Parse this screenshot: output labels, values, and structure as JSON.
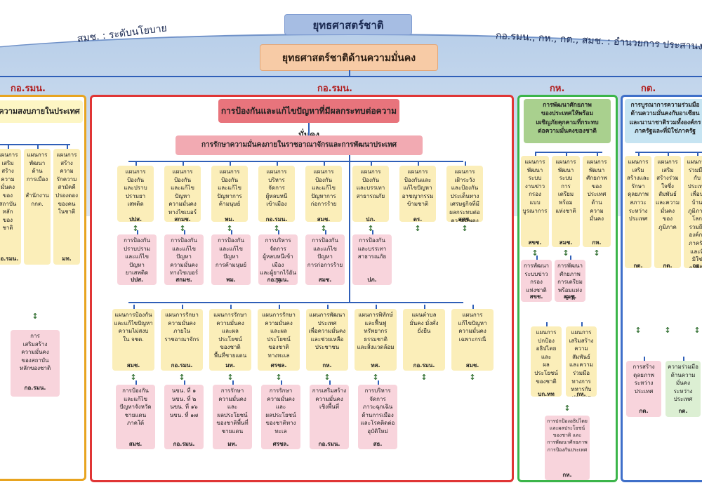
{
  "header": {
    "title": "ยุทธศาสตร์ชาติ",
    "left_arc": "สมช. : ระดับนโยบาย",
    "right_arc": "กอ.รมน., กห., กต., สมช. : อำนวยการ ประสานงาน",
    "security_strategy": "ยุทธศาสตร์ชาติด้านความมั่นคง"
  },
  "owners": {
    "left": "กอ.รมน.",
    "center": "กอ.รมน.",
    "defense": "กห.",
    "foreign": "กต."
  },
  "left_panel": {
    "title": "ความสงบภายในประเทศ",
    "plans": [
      {
        "text": "แผนการ\nเสริม\nสร้าง\nความ\nมั่นคง\nของ\nสถาบัน\nหลัก\nของ\nชาติ",
        "org": "กอ.รมน."
      },
      {
        "text": "แผนการ\nพัฒนา\nด้าน\nการเมือง\n\nสำนักงาน\nกกต.",
        "org": ""
      },
      {
        "text": "แผนการ\nสร้างความ\nรักความ\nสามัคคี\nปรองดอง\nของคน\nในชาติ",
        "org": "มท."
      }
    ],
    "action": {
      "text": "การ\nเสริมสร้าง\nความมั่นคง\nของสถาบัน\nหลักของชาติ",
      "org": "กอ.รมน."
    }
  },
  "center_panel": {
    "title": "การป้องกันและแก้ไขปัญหาที่มีผลกระทบต่อความมั่นคง",
    "subtitle": "การรักษาความมั่นคงภายในราชอาณาจักรและการพัฒนาประเทศ",
    "row1_plans": [
      {
        "text": "แผนการ\nป้องกัน\nและปราบ\nปรามยา\nเสพติด",
        "org": "ปปส."
      },
      {
        "text": "แผนการ\nป้องกัน\nและแก้ไข\nปัญหา\nความมั่นคง\nทางไซเบอร์",
        "org": "สกมช."
      },
      {
        "text": "แผนการ\nป้องกัน\nและแก้ไข\nปัญหาการ\nค้ามนุษย์",
        "org": "พม."
      },
      {
        "text": "แผนการ\nบริหาร\nจัดการ\nผู้หลบหนี\nเข้าเมือง",
        "org": "กอ.รมน."
      },
      {
        "text": "แผนการ\nป้องกัน\nและแก้ไข\nปัญหาการ\nก่อการร้าย",
        "org": "สมช."
      },
      {
        "text": "แผนการ\nป้องกัน\nและบรรเทา\nสาธารณภัย",
        "org": "ปภ."
      },
      {
        "text": "แผนการ\nป้องกันและ\nแก้ไขปัญหา\nอาชญากรรม\nข้ามชาติ",
        "org": "ตร."
      },
      {
        "text": "แผนการ\nเฝ้าระวัง\nและป้องกัน\nประเด็นทาง\nเศรษฐกิจที่มี\nผลกระทบต่อ\nความมั่นคง",
        "org": "สศช."
      }
    ],
    "row1_actions": [
      {
        "text": "การป้องกัน\nปราบปราม\nและแก้ไขปัญหา\nยาเสพติด",
        "org": "ปปส."
      },
      {
        "text": "การป้องกัน\nและแก้ไขปัญหา\nความมั่นคง\nทางไซเบอร์",
        "org": "สกมช."
      },
      {
        "text": "การป้องกัน\nและแก้ไขปัญหา\nการค้ามนุษย์",
        "org": "พม."
      },
      {
        "text": "การบริหารจัดการ\nผู้หลบหนีเข้าเมือง\nและผู้ยากไร้อันไร้\nฐานะแบบไม่ปกติ",
        "org": "กอ.รมน."
      },
      {
        "text": "การป้องกัน\nและแก้ไข\nปัญหา\nการก่อการร้าย",
        "org": "สมช."
      },
      {
        "text": "การป้องกัน\nและบรรเทา\nสาธารณภัย",
        "org": "ปภ."
      }
    ],
    "row2_plans": [
      {
        "text": "แผนการป้องกัน\nและแก้ไขปัญหา\nความไม่สงบ\nใน จชต.",
        "org": "สมช."
      },
      {
        "text": "แผนการรักษา\nความมั่นคง\nภายใน\nราชอาณาจักร",
        "org": "กอ.รมน."
      },
      {
        "text": "แผนการรักษา\nความมั่นคง\nและผลประโยชน์\nของชาติ\nพื้นที่ชายแดน",
        "org": "มท."
      },
      {
        "text": "แผนการรักษา\nความมั่นคง\nและผลประโยชน์\nของชาติ\nทางทะเล",
        "org": "ศรชล."
      },
      {
        "text": "แผนการพัฒนา\nประเทศ\nเพื่อความมั่นคง\nและช่วยเหลือ\nประชาชน",
        "org": "กห."
      },
      {
        "text": "แผนการพิทักษ์\nและฟื้นฟู\nทรัพยากร\nธรรมชาติ\nและสิ่งแวดล้อม",
        "org": "ทส."
      },
      {
        "text": "แผนตำบล\nมั่นคง มั่งคั่ง\nยั่งยืน",
        "org": "กอ.รมน."
      },
      {
        "text": "แผนการ\nแก้ไขปัญหา\nความมั่นคง\nเฉพาะกรณี",
        "org": "สมช."
      }
    ],
    "row2_actions": [
      {
        "text": "การป้องกัน\nและแก้ไข\nปัญหาจังหวัด\nชายแดน\nภาคใต้",
        "org": "สมช."
      },
      {
        "text": "นขน. ที่ ๑\nนขน. ที่ ๒\nนขน. ที่ ๑๖\nนขน. ที่ ๑๗",
        "org": "กอ.รมน."
      },
      {
        "text": "การรักษา\nความมั่นคง\nและ\nผลประโยชน์\nของชาติพื้นที่\nชายแดน",
        "org": "มท."
      },
      {
        "text": "การรักษา\nความมั่นคง\nและ\nผลประโยชน์\nของชาติทาง\nทะเล",
        "org": "ศรชล."
      },
      {
        "text": "การเสริมสร้าง\nความมั่นคง\nเชิงพื้นที่",
        "org": "กอ.รมน."
      },
      {
        "text": "การบริหารจัดการ\nภาวะฉุกเฉิน\nด้านการเมือง\nและโรคติดต่อ\nอุบัติใหม่",
        "org": "สธ."
      }
    ]
  },
  "defense_panel": {
    "title": "การพัฒนาศักยภาพ\nของประเทศให้พร้อม\nเผชิญภัยคุกคามที่กระทบ\nต่อความมั่นคงของชาติ",
    "plans": [
      {
        "text": "แผนการ\nพัฒนา\nระบบ\nงานข่าว\nกรอง\nแบบ\nบูรณาการ",
        "org": "สขช."
      },
      {
        "text": "แผนการ\nพัฒนา\nระบบ\nการ\nเตรียม\nพร้อม\nแห่งชาติ",
        "org": "สมช."
      },
      {
        "text": "แผนการ\nพัฒนา\nศักยภาพ\nของ\nประเทศด้าน\nความมั่นคง",
        "org": "กห."
      }
    ],
    "actions": [
      {
        "text": "การพัฒนา\nระบบข่าว\nกรอง\nแห่งชาติ",
        "org": "สขช."
      },
      {
        "text": "การพัฒนาศักยภาพ\nการเตรียม\nพร้อมแห่งชาติ\nและบริหาร\nวิกฤตการณ์\nระดับชาติ",
        "org": "สมช."
      }
    ],
    "plans2": [
      {
        "text": "แผนการ\nปกป้อง\nอธิปไตย\nและ\nผลประโยชน์\nของชาติ",
        "org": "บก.ทท"
      },
      {
        "text": "แผนการเสริมสร้าง\nความสัมพันธ์\nและความร่วมมือ\nทางการทหารกับ\nประเทศเพื่อนบ้าน\nมิตรประเทศ และ\nองค์การระหว่างชาติ",
        "org": "กห."
      }
    ],
    "action2": {
      "text": "การปกป้องอธิปไตย\nและผลประโยชน์\nของชาติ และ\nการพัฒนาศักยภาพ\nการป้องกันประเทศ",
      "org": "กห."
    }
  },
  "foreign_panel": {
    "title": "การบูรณาการความร่วมมือ\nด้านความมั่นคงกับอาเซียน\nและนานาชาติรวมทั้งองค์กร\nภาครัฐและที่มิใช่ภาครัฐ",
    "plans": [
      {
        "text": "แผนการ\nเสริม\nสร้างและ\nรักษา\nดุลยภาพ\nสภาวะ\nระหว่าง\nประเทศ",
        "org": "กต."
      },
      {
        "text": "แผนการ\nเสริม\nสร้างร่วม\nใจซึ่ง\nสัมพันธ์\nและความ\nมั่นคงของ\nภูมิภาค",
        "org": "กต."
      },
      {
        "text": "แผนการ\nร่วมมือ\nกับ\nประเทศ\nเพื่อน\nบ้าน\nภูมิภาค\nโลก\nรวมถึง\nองค์กร\nภาครัฐ\nและที่\nมิใช่\nภาครัฐ",
        "org": "กต."
      }
    ],
    "actions": [
      {
        "text": "การสร้าง\nดุลยภาพ\nระหว่าง\nประเทศ",
        "org": "กต."
      },
      {
        "text": "ความร่วมมือ\nด้านความ\nมั่นคง\nระหว่าง\nประเทศ",
        "org": "กต."
      }
    ]
  },
  "colors": {
    "blue_line": "#2f5fb8",
    "red_panel": "#e03535",
    "green_panel": "#3bb54a",
    "blue_panel": "#3f6fc9",
    "orange_panel": "#e8a420",
    "connector": "#2f6e2f"
  }
}
